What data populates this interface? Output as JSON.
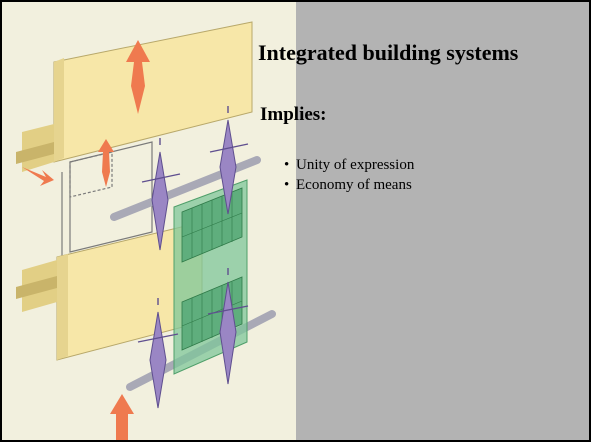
{
  "slide": {
    "title": "Integrated building systems",
    "subtitle": "Implies:",
    "bullets": [
      "Unity of expression",
      "Economy of means"
    ],
    "bullet_glyph": "•"
  },
  "colors": {
    "frame": "#000000",
    "slide_background": "#b3b3b3",
    "illustration_background": "#f2f0de",
    "wall_panel": "#f7e7a8",
    "wall_panel_shadow": "#d9c98c",
    "airflow_arrow": "#ef7a4f",
    "structure_purple": "#9a86c4",
    "photovoltaic_green": "#7fc79a",
    "pipe_gray": "#a9a9b6"
  }
}
